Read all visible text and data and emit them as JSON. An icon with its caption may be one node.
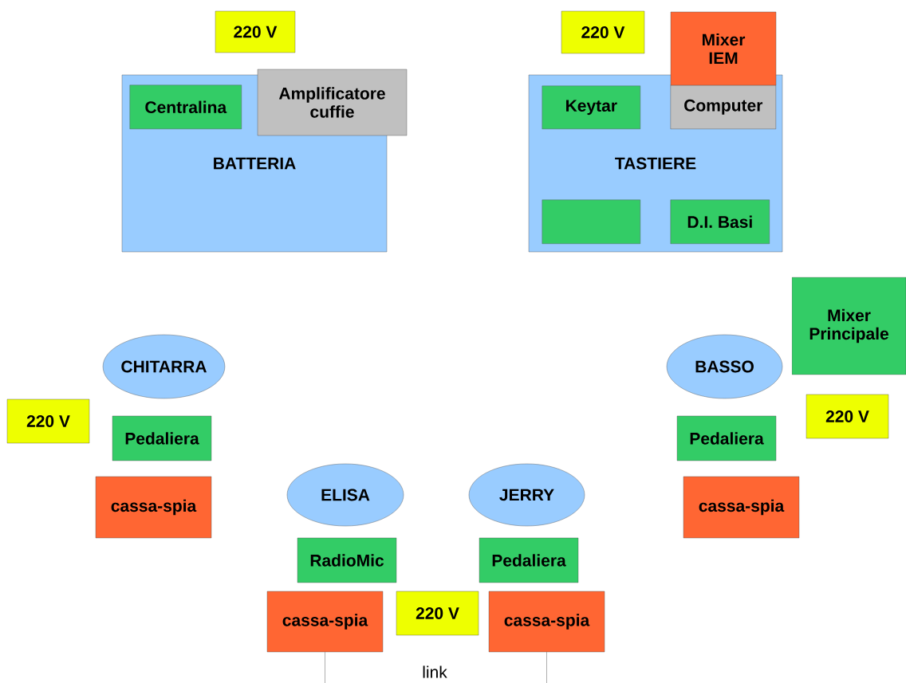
{
  "diagram": {
    "nodes": [
      {
        "text": [
          "220 V"
        ]
      },
      {
        "text": [
          "BATTERIA"
        ]
      },
      {
        "text": [
          "Centralina"
        ],
        "in": 1
      },
      {
        "text": [
          "Amplificatore cuffie"
        ]
      },
      {
        "text": [
          "220 V"
        ]
      },
      {
        "text": [
          "Mixer IEM"
        ]
      },
      {
        "text": [
          "TASTIERE"
        ]
      },
      {
        "text": [
          "Keytar"
        ],
        "in": 6
      },
      {
        "text": [
          "Computer"
        ],
        "in": 6
      },
      {
        "text": [],
        "shape": "box",
        "in": 6
      },
      {
        "text": [
          "D.I. Basi"
        ],
        "in": 6
      },
      {
        "text": [
          "Mixer Principale"
        ]
      },
      {
        "text": [
          "CHITARRA"
        ]
      },
      {
        "text": [
          "BASSO"
        ]
      },
      {
        "text": [
          "220 V"
        ]
      },
      {
        "text": [
          "Pedaliera"
        ]
      },
      {
        "text": [
          "220 V"
        ]
      },
      {
        "text": [
          "Pedaliera"
        ]
      },
      {
        "text": [
          "cassa-spia"
        ]
      },
      {
        "text": [
          "cassa-spia"
        ]
      },
      {
        "text": [
          "ELISA"
        ]
      },
      {
        "text": [
          "JERRY"
        ]
      },
      {
        "text": [
          "RadioMic"
        ]
      },
      {
        "text": [
          "Pedaliera"
        ]
      },
      {
        "text": [
          "cassa-spia"
        ]
      },
      {
        "text": [
          "220 V"
        ]
      },
      {
        "text": [
          "cassa-spia"
        ]
      }
    ],
    "edges": [
      {
        "from": 24,
        "to": 26,
        "arrow": "none",
        "label": "link"
      }
    ]
  }
}
